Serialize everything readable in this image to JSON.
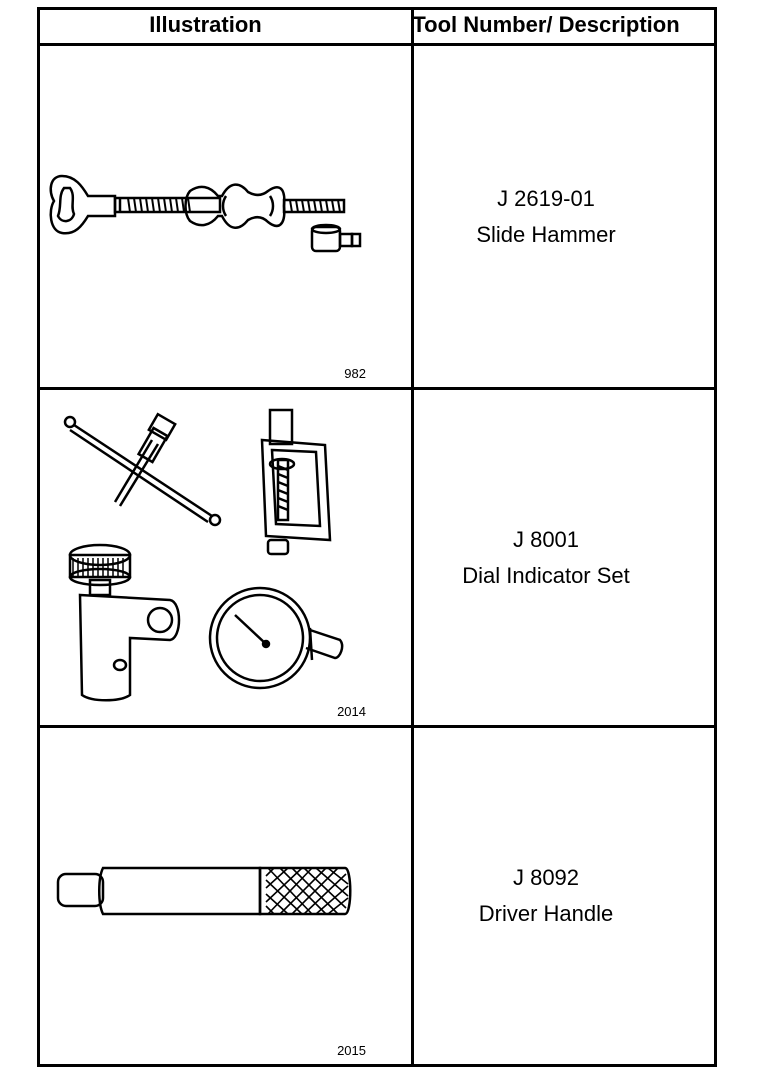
{
  "table": {
    "header": {
      "illustration": "Illustration",
      "description": "Tool Number/ Description"
    },
    "rows": [
      {
        "figure_number": "982",
        "icon": "slide-hammer-icon",
        "tool_number": "J 2619-01",
        "description": "Slide Hammer"
      },
      {
        "figure_number": "2014",
        "icon": "dial-indicator-set-icon",
        "tool_number": "J 8001",
        "description": "Dial Indicator Set"
      },
      {
        "figure_number": "2015",
        "icon": "driver-handle-icon",
        "tool_number": "J 8092",
        "description": "Driver Handle"
      }
    ]
  }
}
